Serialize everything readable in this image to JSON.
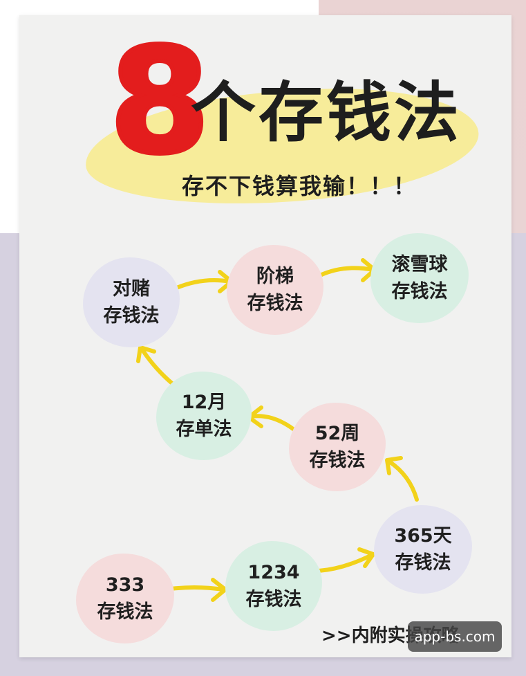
{
  "title": {
    "number": "8",
    "text": "个存钱法"
  },
  "subtitle": "存不下钱算我输！！！",
  "nodes": {
    "duidu": {
      "line1": "对赌",
      "line2": "存钱法"
    },
    "jieti": {
      "line1": "阶梯",
      "line2": "存钱法"
    },
    "gunxueqiu": {
      "line1": "滚雪球",
      "line2": "存钱法"
    },
    "yue12": {
      "line1": "12月",
      "line2": "存单法"
    },
    "zhou52": {
      "line1": "52周",
      "line2": "存钱法"
    },
    "tian365": {
      "line1": "365天",
      "line2": "存钱法"
    },
    "n333": {
      "line1": "333",
      "line2": "存钱法"
    },
    "n1234": {
      "line1": "1234",
      "line2": "存钱法"
    }
  },
  "footer": ">>内附实操攻略",
  "watermark": "app-bs.com",
  "colors": {
    "accent_red": "#e31d1d",
    "arrow_yellow": "#f2d21a",
    "highlight_yellow": "#f7ec9a"
  }
}
